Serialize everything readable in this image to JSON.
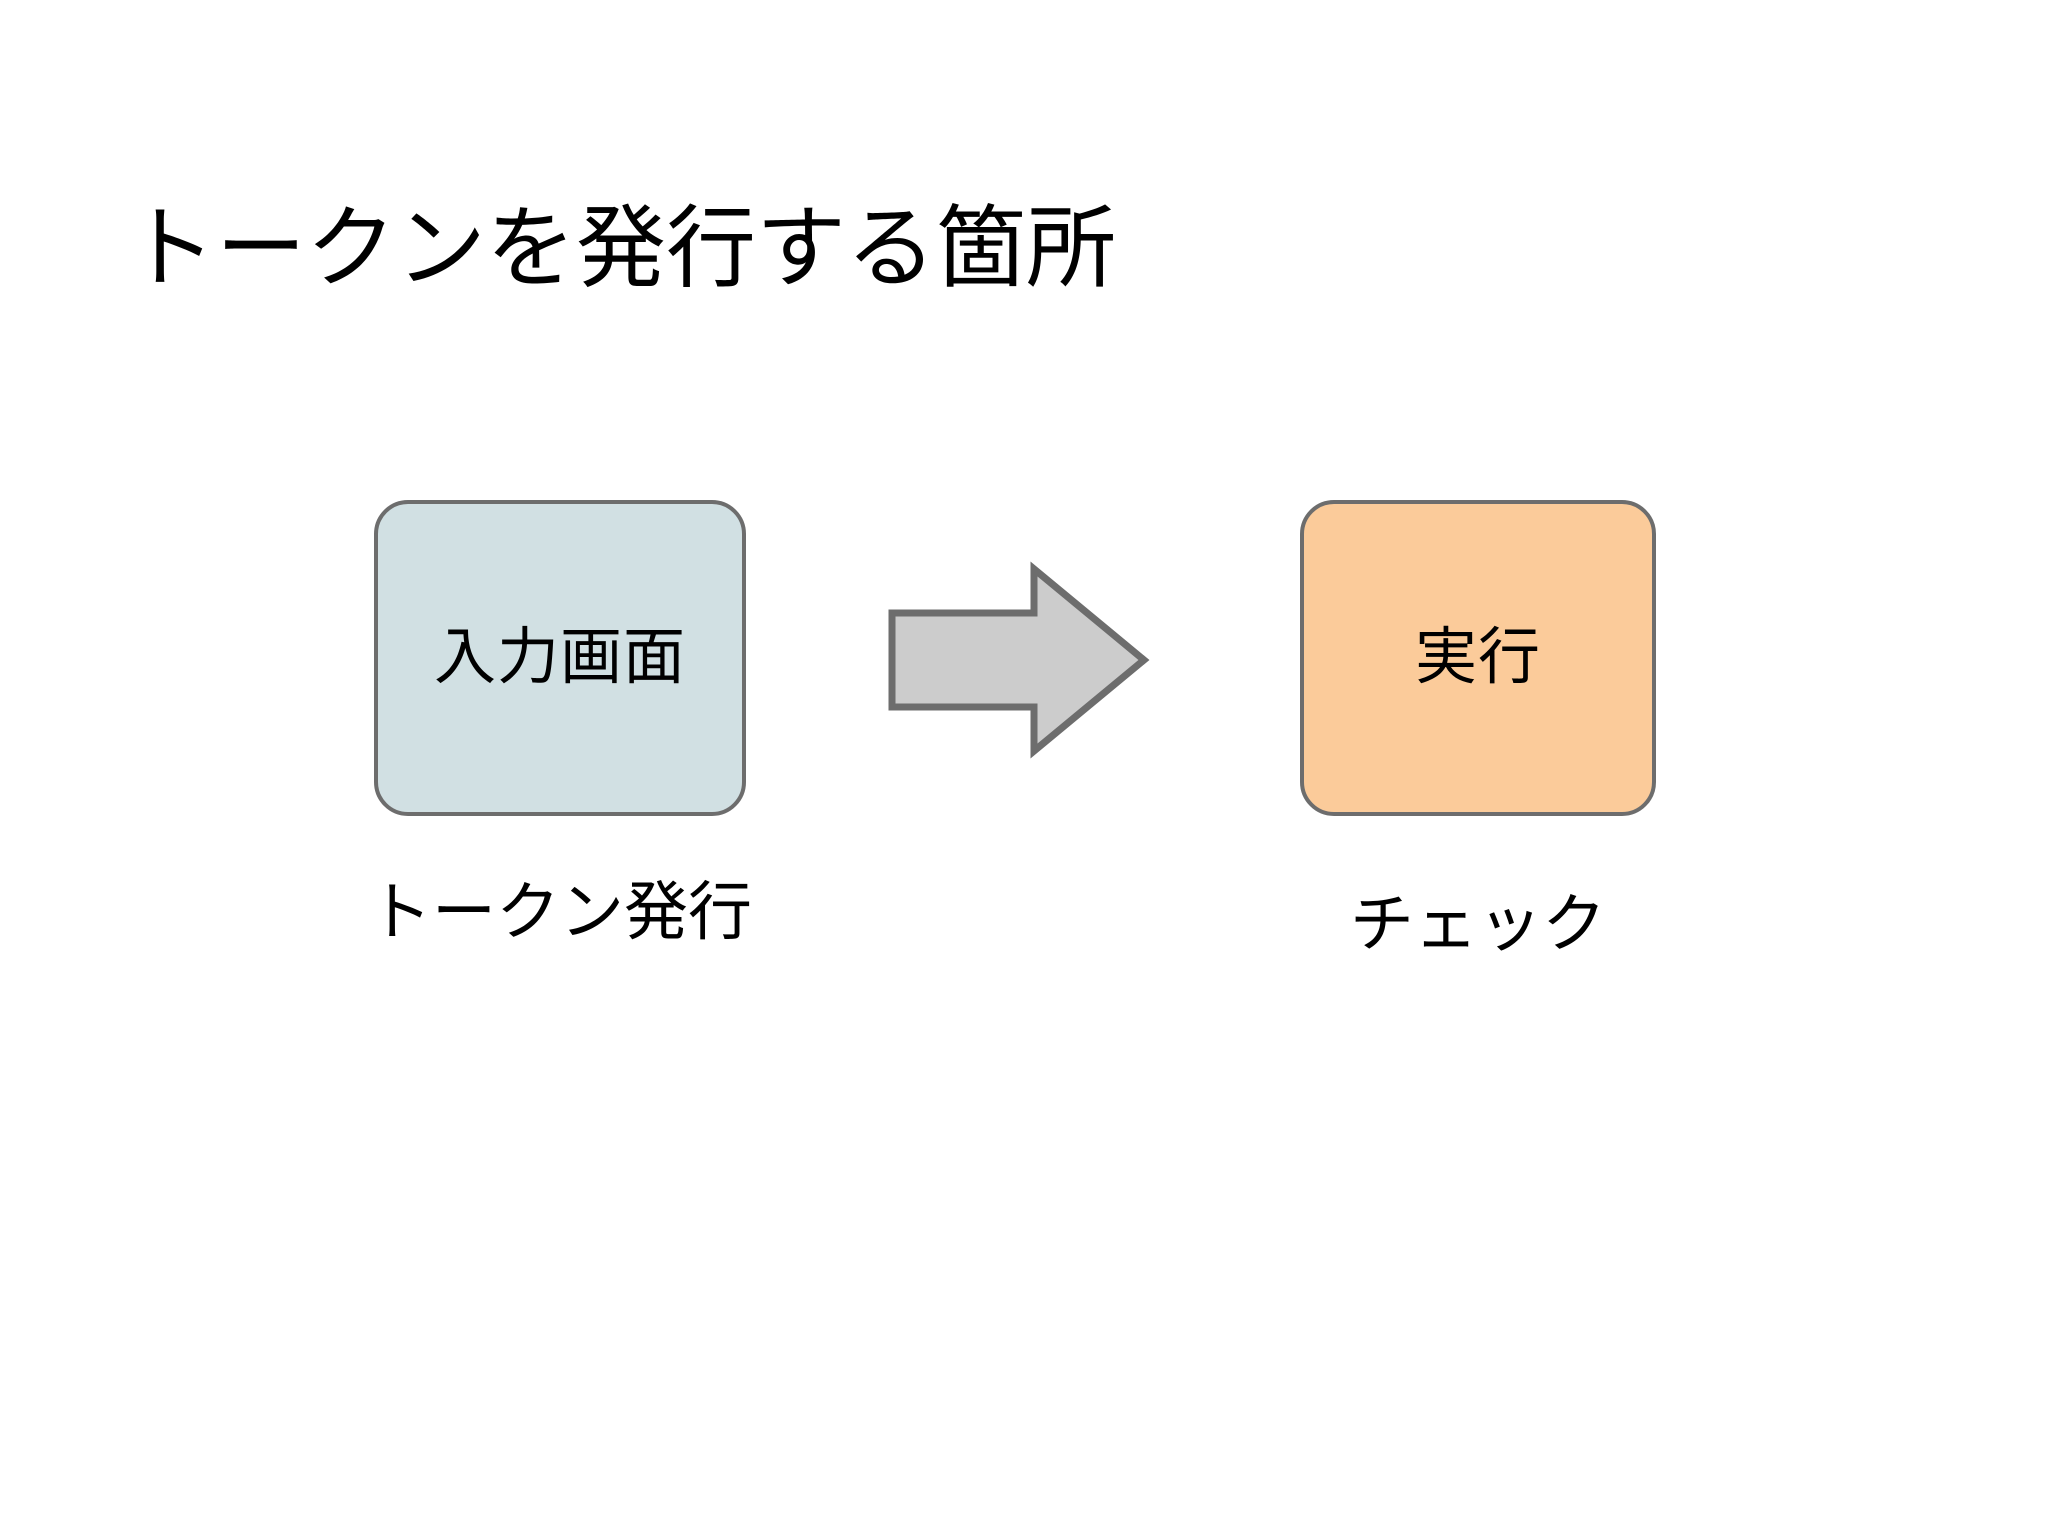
{
  "slide": {
    "background_color": "#ffffff",
    "title": "トークンを発行する箇所"
  },
  "diagram": {
    "type": "flow",
    "nodes": [
      {
        "id": "input-screen",
        "label": "入力画面",
        "caption": "トークン発行",
        "fill_color": "#d1e0e3",
        "border_color": "#6d6d6d",
        "text_color": "#000000"
      },
      {
        "id": "execute",
        "label": "実行",
        "caption": "チェック",
        "fill_color": "#fbcb9a",
        "border_color": "#6d6d6d",
        "text_color": "#000000"
      }
    ],
    "connector": {
      "id": "right-arrow",
      "icon": "right-arrow-icon",
      "direction": "right",
      "fill_color": "#cccccc",
      "border_color": "#6d6d6d",
      "from": "input-screen",
      "to": "execute"
    }
  }
}
